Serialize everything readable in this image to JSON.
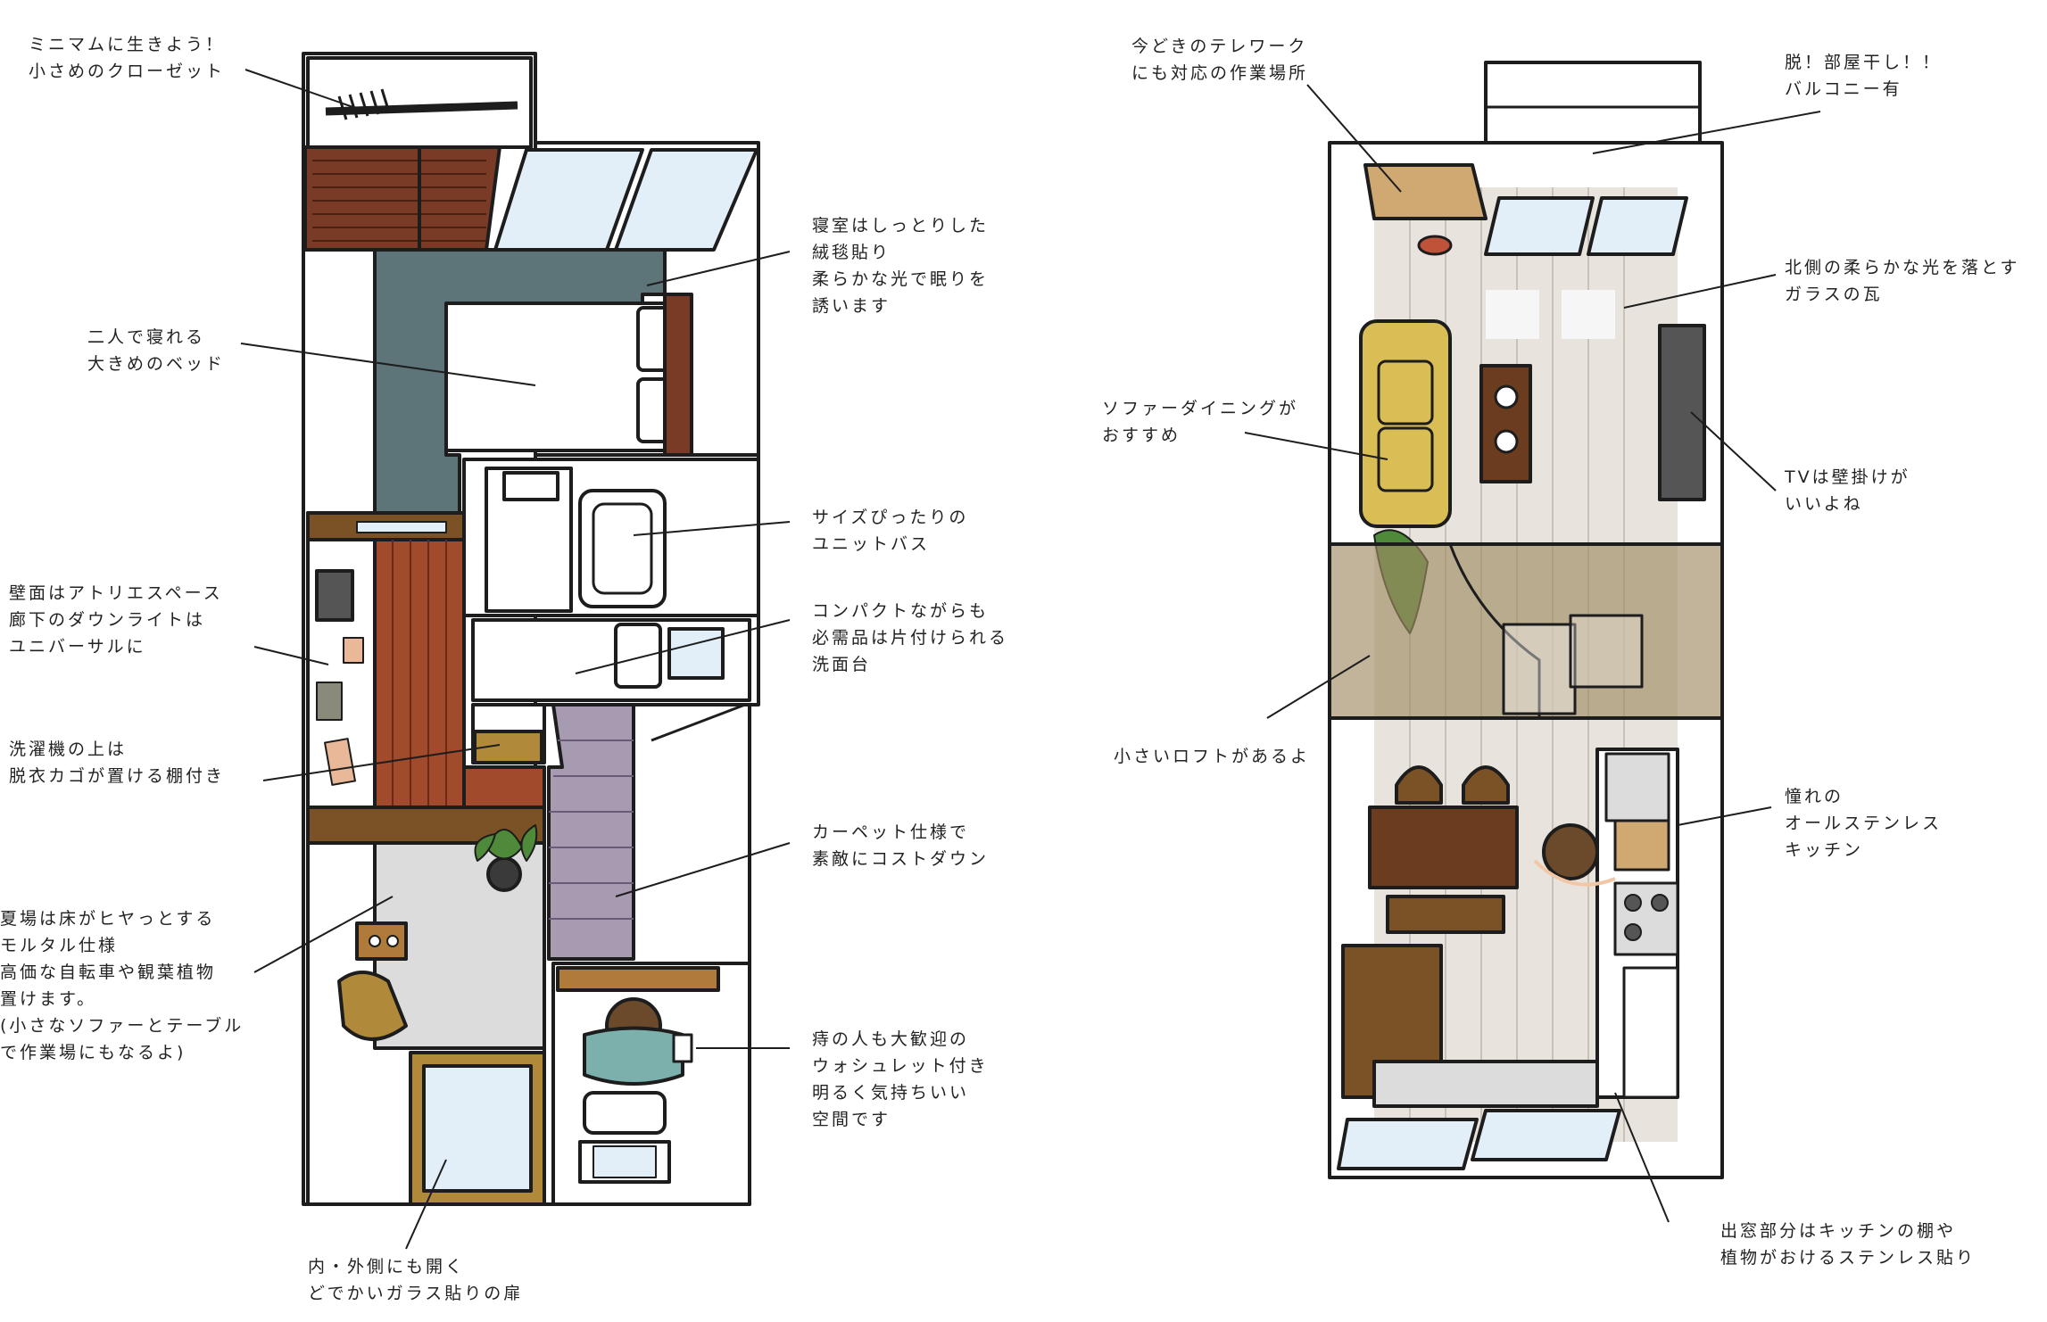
{
  "colors": {
    "outline": "#1d1d1d",
    "wood_dark": "#7a3b26",
    "wood_red": "#a24a2c",
    "teal": "#5d7478",
    "purple_carpet": "#a69bb0",
    "mortar_gray": "#dcdcdc",
    "glass": "#e3eff8",
    "wood_brown": "#7a5226",
    "wood_light": "#cfa872",
    "mustard": "#d9bd55",
    "loft_tint": "#a08c64",
    "plant_green": "#4e8a3a",
    "skin": "#f2c7a6",
    "hair": "#6b4a2c",
    "shirt_teal": "#7bb0ad",
    "floor_wood": "#e8e4dd",
    "frame_olive": "#8a7a3a"
  },
  "left_plan": {
    "annotations": [
      {
        "id": "closet",
        "lines": [
          "ミニマムに生きよう！",
          "小さめのクローゼット"
        ]
      },
      {
        "id": "bedroom",
        "lines": [
          "寝室はしっとりした",
          "絨毯貼り",
          "柔らかな光で眠りを",
          "誘います"
        ]
      },
      {
        "id": "bed",
        "lines": [
          "二人で寝れる",
          "大きめのベッド"
        ]
      },
      {
        "id": "bath",
        "lines": [
          "サイズぴったりの",
          "ユニットバス"
        ]
      },
      {
        "id": "atelier",
        "lines": [
          "壁面はアトリエスペース",
          "廊下のダウンライトは",
          "ユニバーサルに"
        ]
      },
      {
        "id": "washbasin",
        "lines": [
          "コンパクトながらも",
          "必需品は片付けられる",
          "洗面台"
        ]
      },
      {
        "id": "laundry",
        "lines": [
          "洗濯機の上は",
          "脱衣カゴが置ける棚付き"
        ]
      },
      {
        "id": "stairs",
        "lines": [
          "カーペット仕様で",
          "素敵にコストダウン"
        ]
      },
      {
        "id": "entrance",
        "lines": [
          "夏場は床がヒヤっとする",
          "モルタル仕様",
          "高価な自転車や観葉植物",
          "置けます。",
          "(小さなソファーとテーブル",
          "で作業場にもなるよ)"
        ]
      },
      {
        "id": "toilet",
        "lines": [
          "痔の人も大歓迎の",
          "ウォシュレット付き",
          "明るく気持ちいい",
          "空間です"
        ]
      },
      {
        "id": "door",
        "lines": [
          "内・外側にも開く",
          "どでかいガラス貼りの扉"
        ]
      }
    ]
  },
  "right_plan": {
    "annotations": [
      {
        "id": "telework",
        "lines": [
          "今どきのテレワーク",
          "にも対応の作業場所"
        ]
      },
      {
        "id": "balcony",
        "lines": [
          "脱！部屋干し！！",
          "バルコニー有"
        ]
      },
      {
        "id": "glass_tile",
        "lines": [
          "北側の柔らかな光を落とす",
          "ガラスの瓦"
        ]
      },
      {
        "id": "sofa",
        "lines": [
          "ソファーダイニングが",
          "おすすめ"
        ]
      },
      {
        "id": "tv",
        "lines": [
          "TVは壁掛けが",
          "いいよね"
        ]
      },
      {
        "id": "loft",
        "lines": [
          "小さいロフトがあるよ"
        ]
      },
      {
        "id": "kitchen",
        "lines": [
          "憧れの",
          "オールステンレス",
          "キッチン"
        ]
      },
      {
        "id": "bay_window",
        "lines": [
          "出窓部分はキッチンの棚や",
          "植物がおけるステンレス貼り"
        ]
      }
    ]
  }
}
